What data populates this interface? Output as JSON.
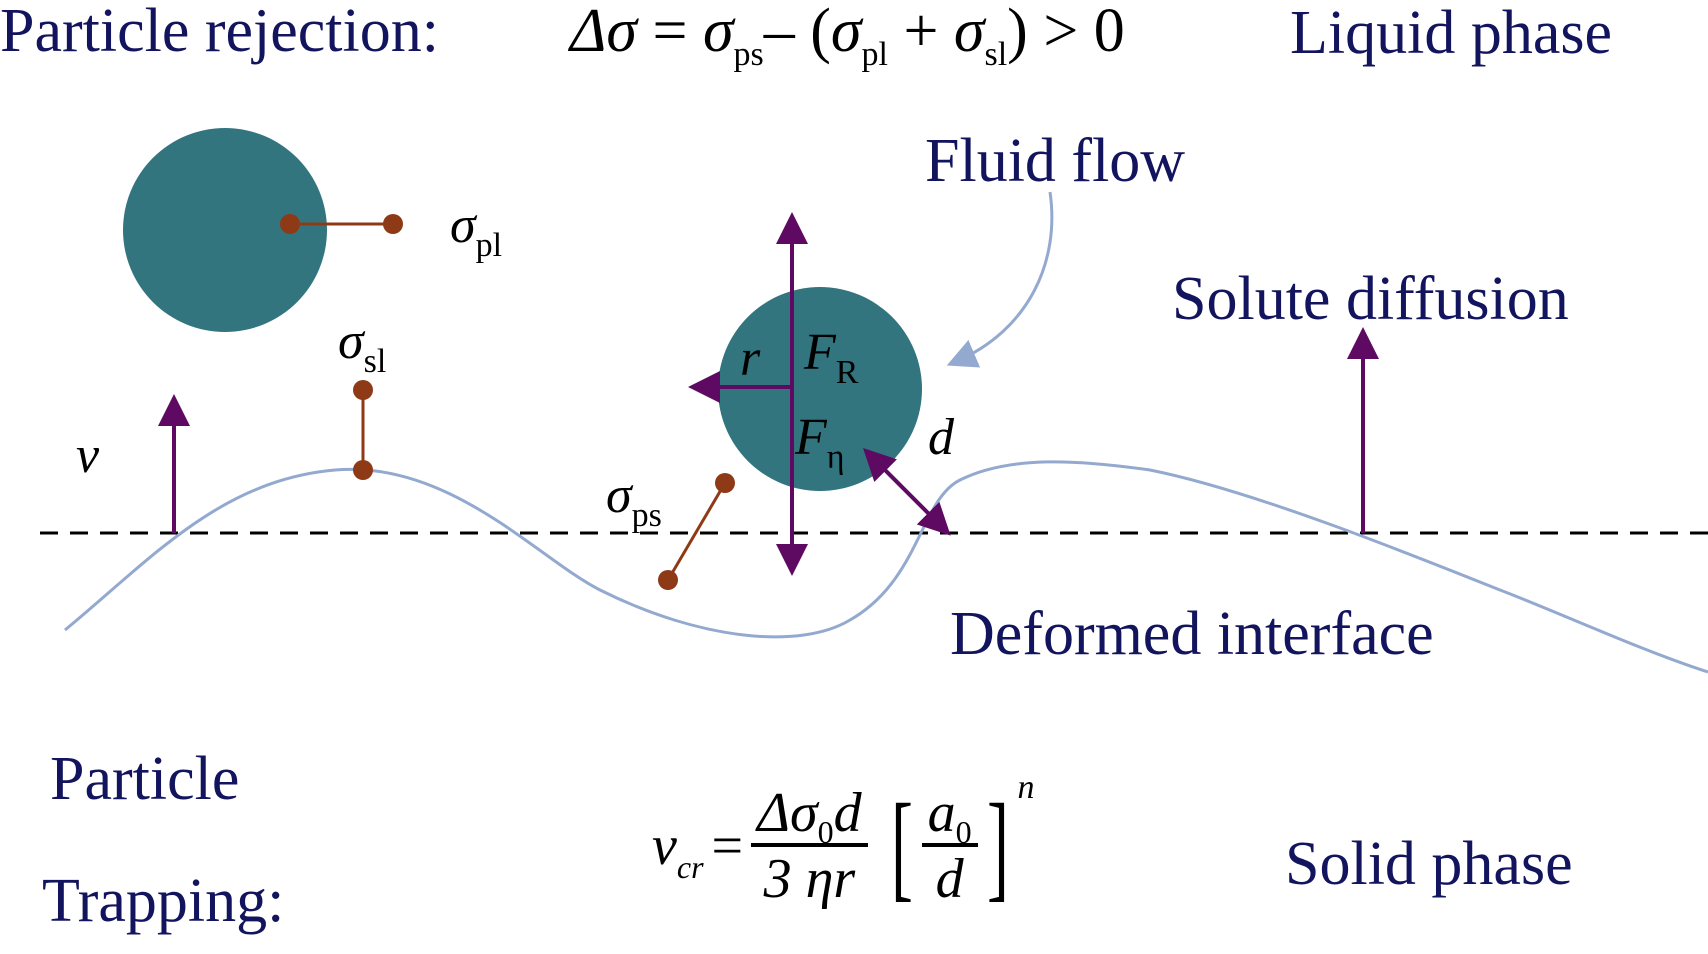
{
  "colors": {
    "text_navy": "#13145e",
    "particle": "#32757f",
    "arrow_purple": "#5e0a62",
    "tension_brown": "#8f3a17",
    "interface_curve": "#93a9cf",
    "dashed_line": "#000000"
  },
  "header": {
    "rejection_label": "Particle rejection:",
    "rejection_eq": {
      "lhs": "Δσ",
      "eq": "=",
      "s1": "σ",
      "s1_sub": "ps",
      "minus": "– (",
      "s2": "σ",
      "s2_sub": "pl",
      "plus": " + ",
      "s3": "σ",
      "s3_sub": "sl",
      "tail": ") > 0"
    },
    "phase_label": "Liquid phase"
  },
  "labels": {
    "fluid_flow": "Fluid flow",
    "solute_diffusion": "Solute diffusion",
    "deformed_interface": "Deformed interface",
    "particle_trapping_line1": "Particle",
    "particle_trapping_line2": "Trapping:",
    "solid_phase": "Solid phase"
  },
  "symbols": {
    "sigma_pl": {
      "base": "σ",
      "sub": "pl"
    },
    "sigma_sl": {
      "base": "σ",
      "sub": "sl"
    },
    "sigma_ps": {
      "base": "σ",
      "sub": "ps"
    },
    "v": "v",
    "r": "r",
    "F_R": {
      "base": "F",
      "sub": "R"
    },
    "F_eta": {
      "base": "F",
      "sub": "η"
    },
    "d": "d"
  },
  "trapping_eq": {
    "lhs": "v",
    "lhs_sub": "cr",
    "eq": "=",
    "num": "Δσ",
    "num_sub": "0",
    "num_tail": "d",
    "den": "3 ηr",
    "bracket_num": "a",
    "bracket_num_sub": "0",
    "bracket_den": "d",
    "exponent": "n"
  }
}
